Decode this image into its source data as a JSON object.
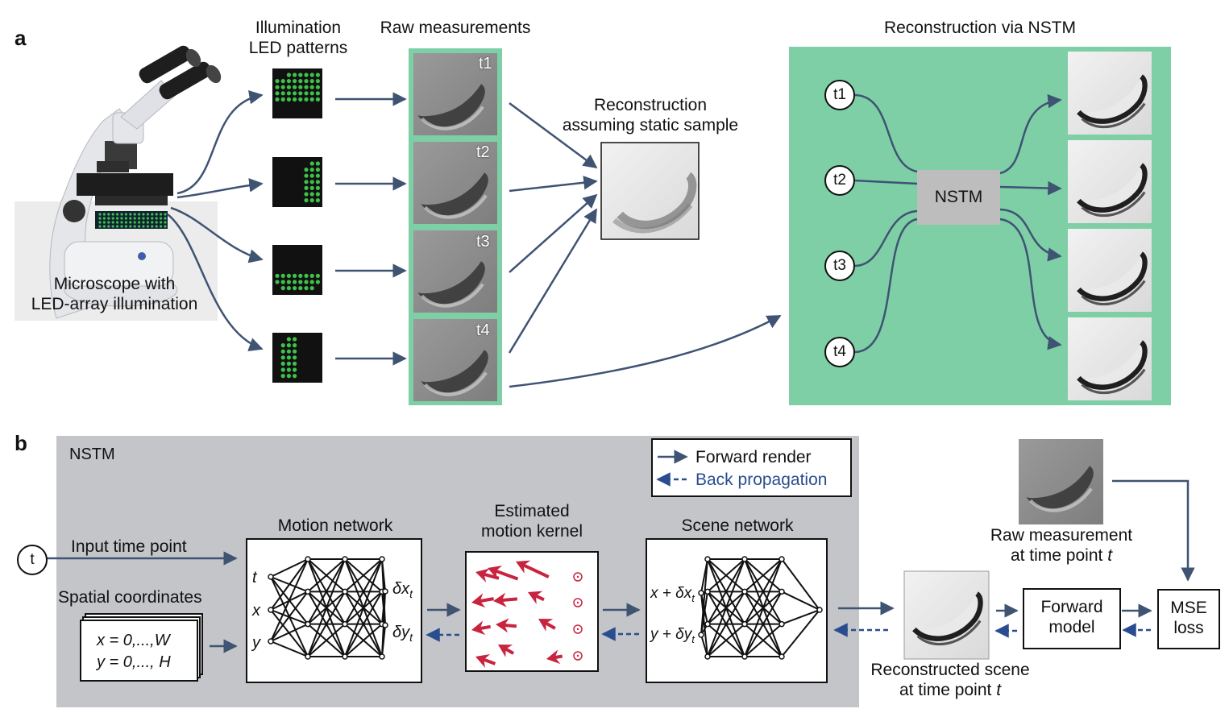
{
  "panel_a": {
    "letter": "a",
    "microscope_label_line1": "Microscope with",
    "microscope_label_line2": "LED-array illumination",
    "led_header_line1": "Illumination",
    "led_header_line2": "LED patterns",
    "raw_header": "Raw measurements",
    "time_points": [
      "t1",
      "t2",
      "t3",
      "t4"
    ],
    "static_recon_line1": "Reconstruction",
    "static_recon_line2": "assuming static sample",
    "nstm_header": "Reconstruction via NSTM",
    "nstm_box": "NSTM"
  },
  "panel_b": {
    "letter": "b",
    "nstm_title": "NSTM",
    "legend_forward": "Forward render",
    "legend_back": "Back propagation",
    "t_circle": "t",
    "input_time": "Input time point",
    "spatial_coords": "Spatial coordinates",
    "coord_x": "x = 0,...,W",
    "coord_y": "y = 0,..., H",
    "motion_network": "Motion network",
    "motion_in_t": "t",
    "motion_in_x": "x",
    "motion_in_y": "y",
    "motion_out_dx": "δx",
    "motion_out_dy": "δy",
    "subscript_t": "t",
    "kernel_line1": "Estimated",
    "kernel_line2": "motion kernel",
    "scene_network": "Scene network",
    "scene_in_x": "x + δx",
    "scene_in_y": "y + δy",
    "raw_meas_line1": "Raw measurement",
    "raw_meas_line2": "at time point",
    "recon_line1": "Reconstructed scene",
    "recon_line2": "at time point",
    "t_italic": "t",
    "forward_model_line1": "Forward",
    "forward_model_line2": "model",
    "mse_line1": "MSE",
    "mse_line2": "loss"
  },
  "colors": {
    "green": "#7ecfa6",
    "arrow": "#3f5373",
    "back_arrow": "#2a4d8f",
    "kernel_red": "#c8233f",
    "gray_panel": "#c3c5c8",
    "led_green": "#3ec14a"
  }
}
